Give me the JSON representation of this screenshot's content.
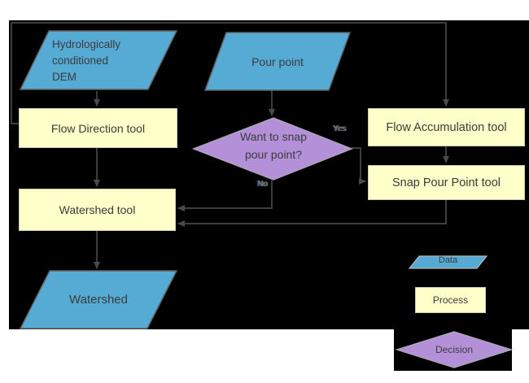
{
  "flowchart": {
    "nodes": {
      "dem": {
        "type": "data",
        "lines": [
          "Hydrologically",
          "conditioned",
          "DEM"
        ]
      },
      "pour_point": {
        "type": "data",
        "label": "Pour point"
      },
      "flow_direction": {
        "type": "process",
        "label": "Flow Direction tool"
      },
      "flow_accumulation": {
        "type": "process",
        "label": "Flow Accumulation tool"
      },
      "snap_pour_point": {
        "type": "process",
        "label": "Snap Pour Point tool"
      },
      "decision": {
        "type": "decision",
        "lines": [
          "Want to snap",
          "pour point?"
        ]
      },
      "watershed_tool": {
        "type": "process",
        "label": "Watershed tool"
      },
      "watershed": {
        "type": "data",
        "label": "Watershed"
      }
    },
    "edge_labels": {
      "yes": "Yes",
      "no": "No"
    },
    "legend": {
      "data": "Data",
      "process": "Process",
      "decision": "Decision"
    },
    "colors": {
      "background": "#000000",
      "data_fill": "#56ABD5",
      "process_fill": "#FFFFC9",
      "decision_fill": "#B490D8",
      "connector": "#3D3D3D"
    }
  }
}
